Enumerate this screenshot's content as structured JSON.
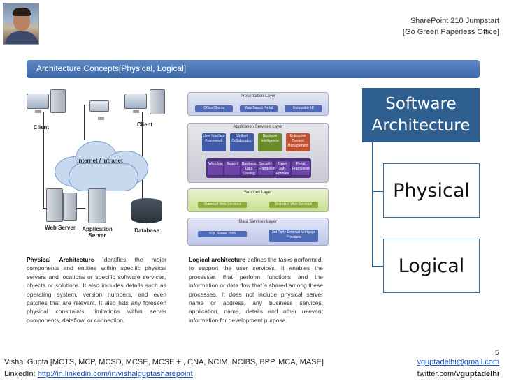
{
  "header": {
    "line1": "SharePoint 210 Jumpstart",
    "line2": "[Go Green Paperless Office]"
  },
  "section": {
    "title": "Architecture Concepts[Physical, Logical]"
  },
  "physical_diagram": {
    "client_left": "Client",
    "client_right": "Client",
    "cloud": "Internet / Intranet",
    "web_server": "Web Server",
    "app_server": "Application Server",
    "database": "Database"
  },
  "logical_diagram": {
    "presentation_layer": "Presentation Layer",
    "office_clients": "Office Clients",
    "web_portal": "Web Based Portal",
    "extensible_ui": "Extensible UI",
    "app_services_layer": "Application Services Layer",
    "user_interface_framework": "User Interface Framework",
    "unified_collaboration": "Unified Collaboration",
    "business_intelligence": "Business Intelligence",
    "enterprise_content": "Enterprise Content Management",
    "workflow": "Workflow",
    "search": "Search",
    "business_data_catalog": "Business Data Catalog",
    "security_framework": "Security Framework",
    "open_xml_formats": "Open XML Formats",
    "portal_framework": "Portal Framework",
    "services_layer": "Services Layer",
    "standard_web_services": "Standard Web Services",
    "standard_web_services_2": "Standard Web Services",
    "data_services_layer": "Data Services Layer",
    "sql_server": "SQL Server 2005",
    "third_party": "3rd Party External Mortgage Providers"
  },
  "physical_text": {
    "term": "Physical Architecture",
    "body": " identifies the major components and entities within specific physical servers and locations or specific software services, objects or solutions. It also includes details such as operating system, version numbers, and even patches that are relevant. It also lists any foreseen physical constraints, limitations within server components, dataflow, or connection."
  },
  "logical_text": {
    "term": "Logical architecture",
    "body": " defines the tasks performed, to support the user services. It enables the processes that perform functions and the information or data flow that`s shared among these processes. It does not include physical server name or address, any business services, application, name, details and other relevant information for development purpose."
  },
  "hierarchy": {
    "root": "Software Architecture",
    "child1": "Physical",
    "child2": "Logical"
  },
  "page_number": "5",
  "footer": {
    "author": "Vishal Gupta [MCTS, MCP, MCSD, MCSE, MCSE +I, CNA, NCIM, NCIBS, BPP, MCA, MASE]",
    "linkedin_label": "LinkedIn: ",
    "linkedin_url": "http://in.linkedin.com/in/vishalguptasharepoint",
    "email": "vguptadelhi@gmail.com",
    "twitter_prefix": "twitter.com/",
    "twitter_handle": "vguptadelhi"
  },
  "colors": {
    "section_bar": "#4a75b4",
    "box_primary": "#2f5f8e",
    "connector": "#2e5c8a",
    "link": "#1a55c0"
  }
}
